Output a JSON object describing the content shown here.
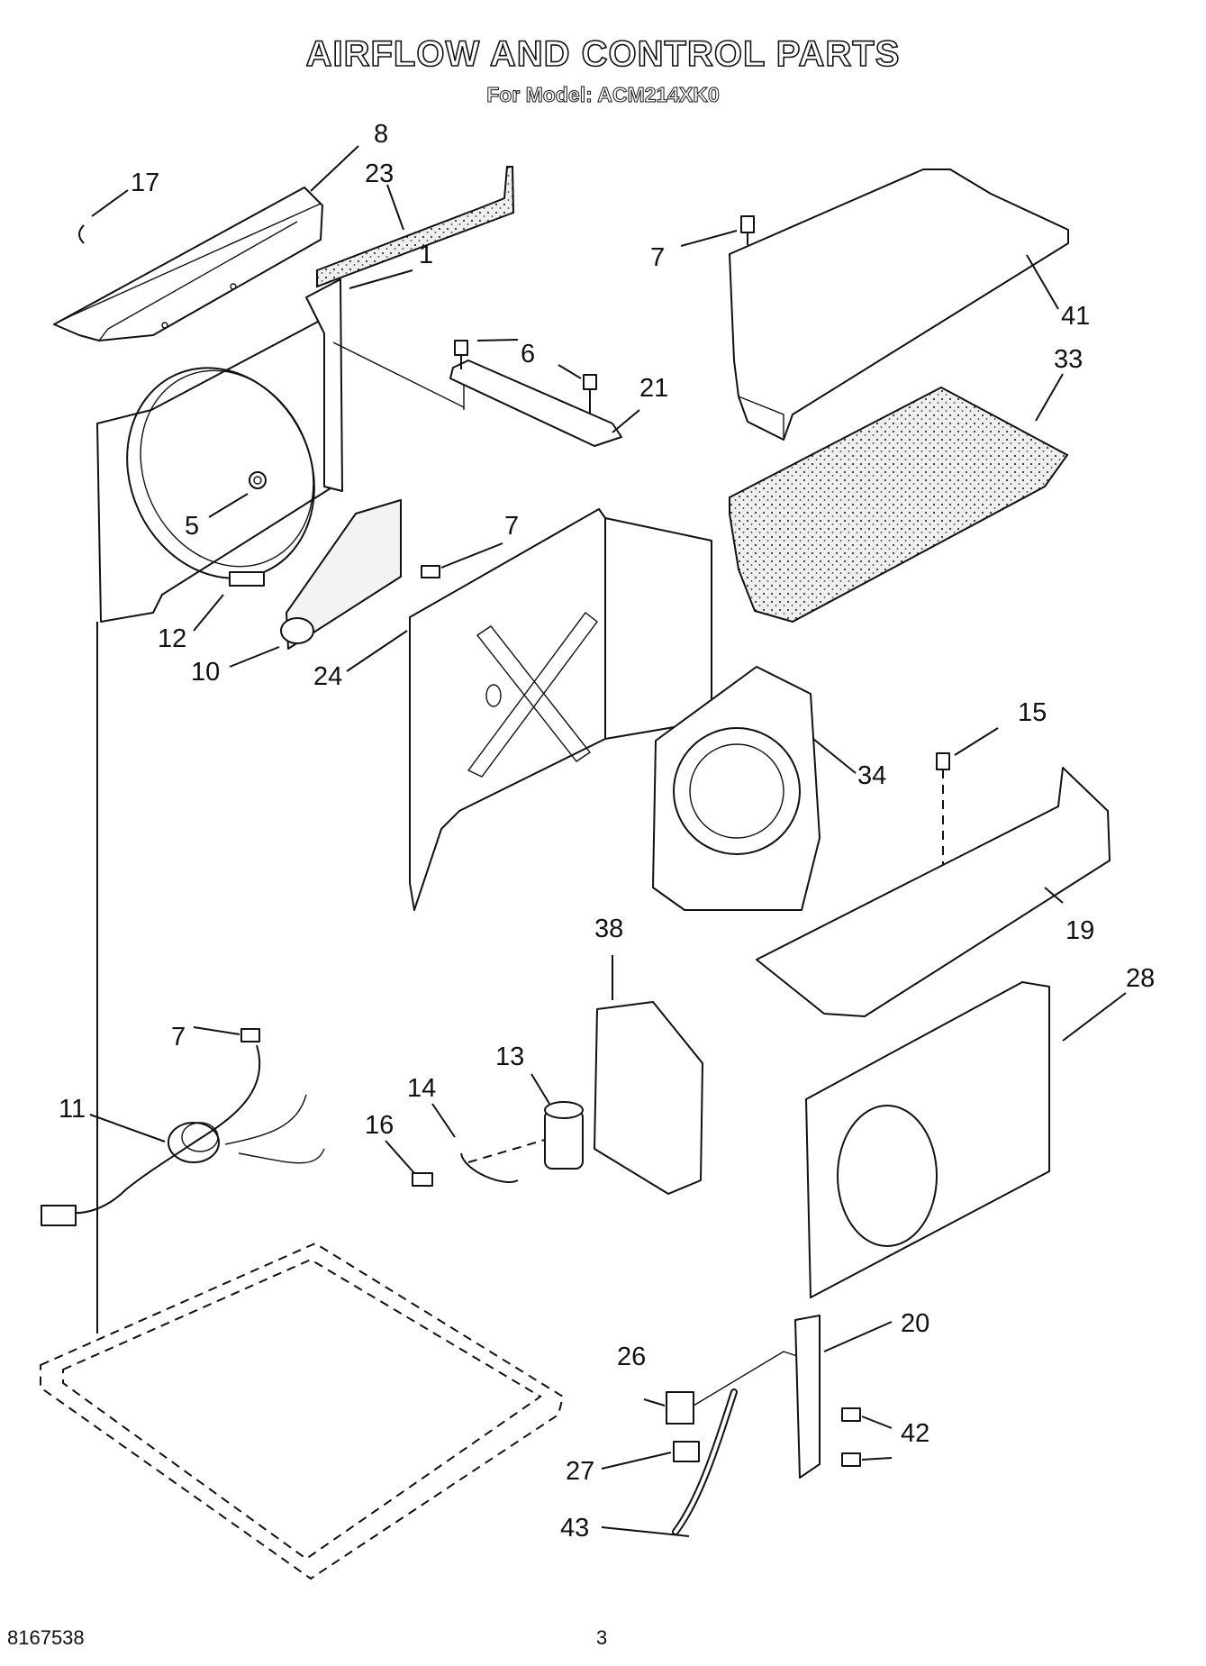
{
  "header": {
    "title": "AIRFLOW AND CONTROL PARTS",
    "subtitle": "For Model: ACM214XK0"
  },
  "footer": {
    "doc_number": "8167538",
    "page_number": "3"
  },
  "callouts": [
    "8",
    "17",
    "23",
    "1",
    "7",
    "41",
    "33",
    "6",
    "21",
    "5",
    "7",
    "12",
    "10",
    "24",
    "34",
    "15",
    "19",
    "38",
    "28",
    "7",
    "11",
    "13",
    "14",
    "16",
    "20",
    "26",
    "42",
    "27",
    "43"
  ]
}
